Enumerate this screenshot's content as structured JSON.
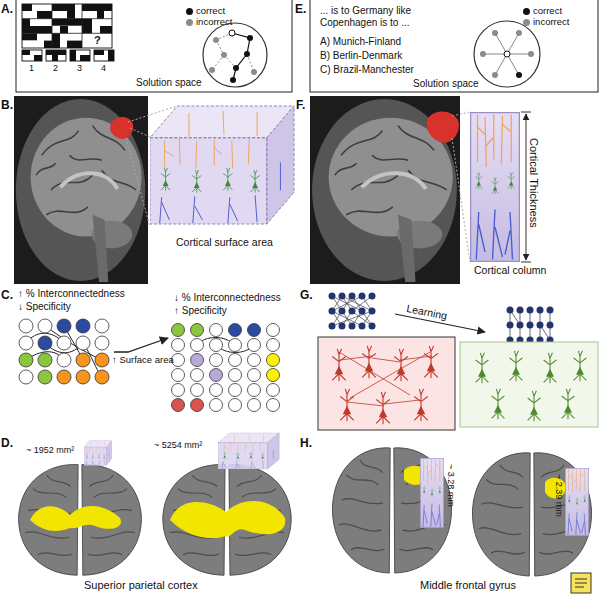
{
  "diagram": {
    "nodes": [
      {
        "text": [
          "Solution space"
        ]
      },
      {
        "text": [
          "Solution space"
        ]
      },
      {
        "text": [
          "Cortical surface area"
        ]
      },
      {
        "text": [
          "Cortical Thickness",
          "Cortical column"
        ]
      },
      {
        "text": [
          "↑ % Interconnectedness",
          "↓ Specificity"
        ]
      },
      {
        "text": [
          "↓ % Interconnectedness",
          "↑ Specificity"
        ]
      },
      {
        "text": [
          "~ 1952 mm²"
        ]
      },
      {
        "text": [
          "~ 5254 mm²"
        ]
      },
      {
        "text": [
          "~ 3.28 mm"
        ]
      },
      {
        "text": [
          "~ 2.39 mm"
        ]
      }
    ],
    "edges": [
      {
        "from": 4,
        "to": 5,
        "label": "↑ Surface area",
        "arrow": "to"
      }
    ],
    "labels": [
      "A.",
      "B.",
      "C.",
      "D.",
      "E.",
      "F.",
      "G.",
      "H.",
      "1",
      "2",
      "3",
      "4",
      "?",
      "... is to Germany like Copenhagen is to ...",
      "A) Munich-Finland",
      "B) Berlin-Denmark",
      "C) Brazil-Manchester",
      "Learning",
      "Superior parietal cortex",
      "Middle frontal gyrus"
    ],
    "legend": [
      {
        "text": "correct",
        "color": "#111111"
      },
      {
        "text": "incorrect",
        "color": "#8c8c8c"
      },
      {
        "text": "correct",
        "color": "#111111"
      },
      {
        "text": "incorrect",
        "color": "#8c8c8c"
      }
    ]
  }
}
